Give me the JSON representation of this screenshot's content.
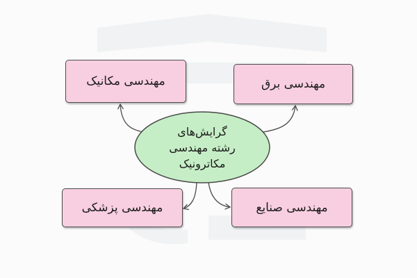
{
  "diagram": {
    "center": {
      "lines": [
        "گرایش‌های",
        "رشته مهندسی",
        "مکاترونیک"
      ],
      "fill": "#c6eec6"
    },
    "branches": {
      "mechanical": "مهندسی مکانیک",
      "electrical": "مهندسی برق",
      "medical": "مهندسی پزشکی",
      "industrial": "مهندسی صنایع"
    },
    "box_fill": "#f8cfe0",
    "arrow_color": "#555555"
  }
}
